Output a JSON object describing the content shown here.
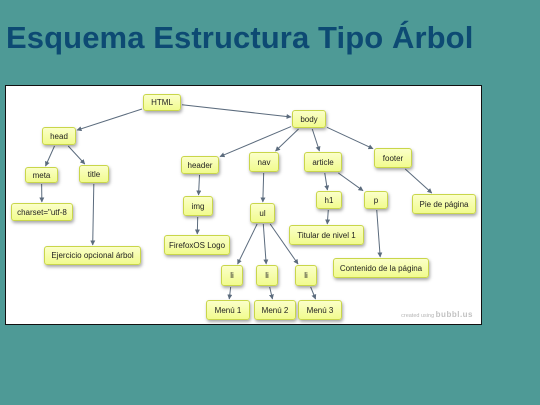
{
  "slide": {
    "title": "Esquema Estructura Tipo Árbol"
  },
  "tree": {
    "html": "HTML",
    "head": "head",
    "body": "body",
    "meta": "meta",
    "title": "title",
    "charset": "charset=\"utf-8",
    "title_text": "Ejercicio opcional árbol",
    "header": "header",
    "nav": "nav",
    "article": "article",
    "footer": "footer",
    "img": "img",
    "logo": "FirefoxOS Logo",
    "ul": "ul",
    "li1": "li",
    "li2": "li",
    "li3": "li",
    "menu1": "Menú 1",
    "menu2": "Menú 2",
    "menu3": "Menú 3",
    "h1": "h1",
    "p": "p",
    "h1_text": "Titular de nivel 1",
    "p_text": "Contenido de la página",
    "footer_text": "Pie de página"
  },
  "edges": [
    [
      "html",
      "head"
    ],
    [
      "html",
      "body"
    ],
    [
      "head",
      "meta"
    ],
    [
      "head",
      "title"
    ],
    [
      "meta",
      "charset"
    ],
    [
      "title",
      "title_text"
    ],
    [
      "body",
      "header"
    ],
    [
      "body",
      "nav"
    ],
    [
      "body",
      "article"
    ],
    [
      "body",
      "footer"
    ],
    [
      "header",
      "img"
    ],
    [
      "img",
      "logo"
    ],
    [
      "nav",
      "ul"
    ],
    [
      "ul",
      "li1"
    ],
    [
      "ul",
      "li2"
    ],
    [
      "ul",
      "li3"
    ],
    [
      "li1",
      "menu1"
    ],
    [
      "li2",
      "menu2"
    ],
    [
      "li3",
      "menu3"
    ],
    [
      "article",
      "h1"
    ],
    [
      "article",
      "p"
    ],
    [
      "h1",
      "h1_text"
    ],
    [
      "p",
      "p_text"
    ],
    [
      "footer",
      "footer_text"
    ]
  ],
  "watermark": {
    "prefix": "created using",
    "brand": "bubbl.us"
  },
  "colors": {
    "background": "#4e9a96",
    "title": "#0d4a73",
    "node_fill": "#f4fca3",
    "edge": "#5b6b7d"
  }
}
